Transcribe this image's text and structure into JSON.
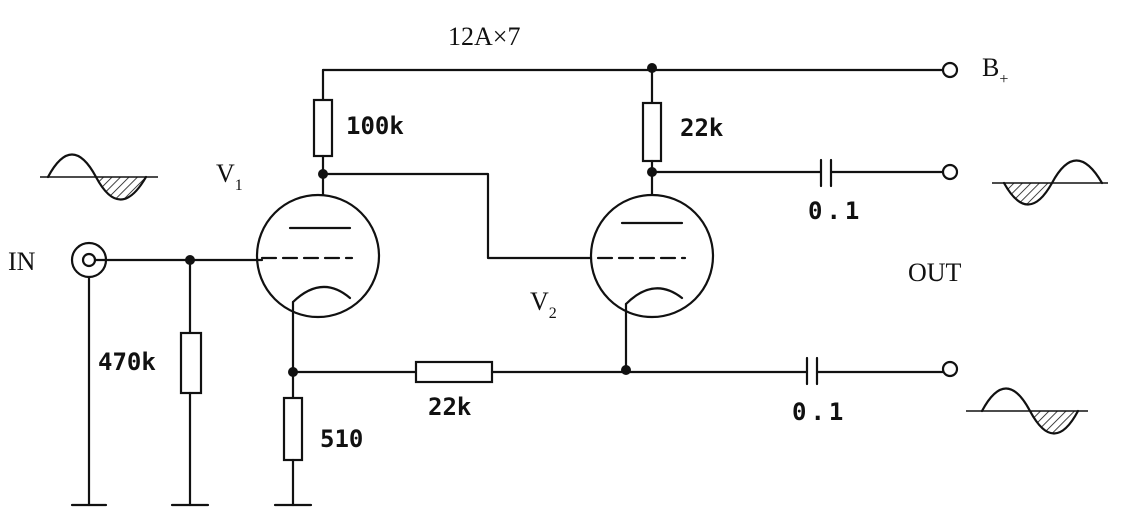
{
  "labels": {
    "tube": "12A×7",
    "b_plus": "B",
    "b_plus_sub": "+",
    "in": "IN",
    "out": "OUT",
    "v1": "V",
    "v1_sub": "1",
    "v2": "V",
    "v2_sub": "2",
    "r_plate1": "100k",
    "r_plate2": "22k",
    "r_grid": "470k",
    "r_cathode": "510",
    "r_coupling": "22k",
    "c_top": "0.1",
    "c_bottom": "0.1"
  }
}
